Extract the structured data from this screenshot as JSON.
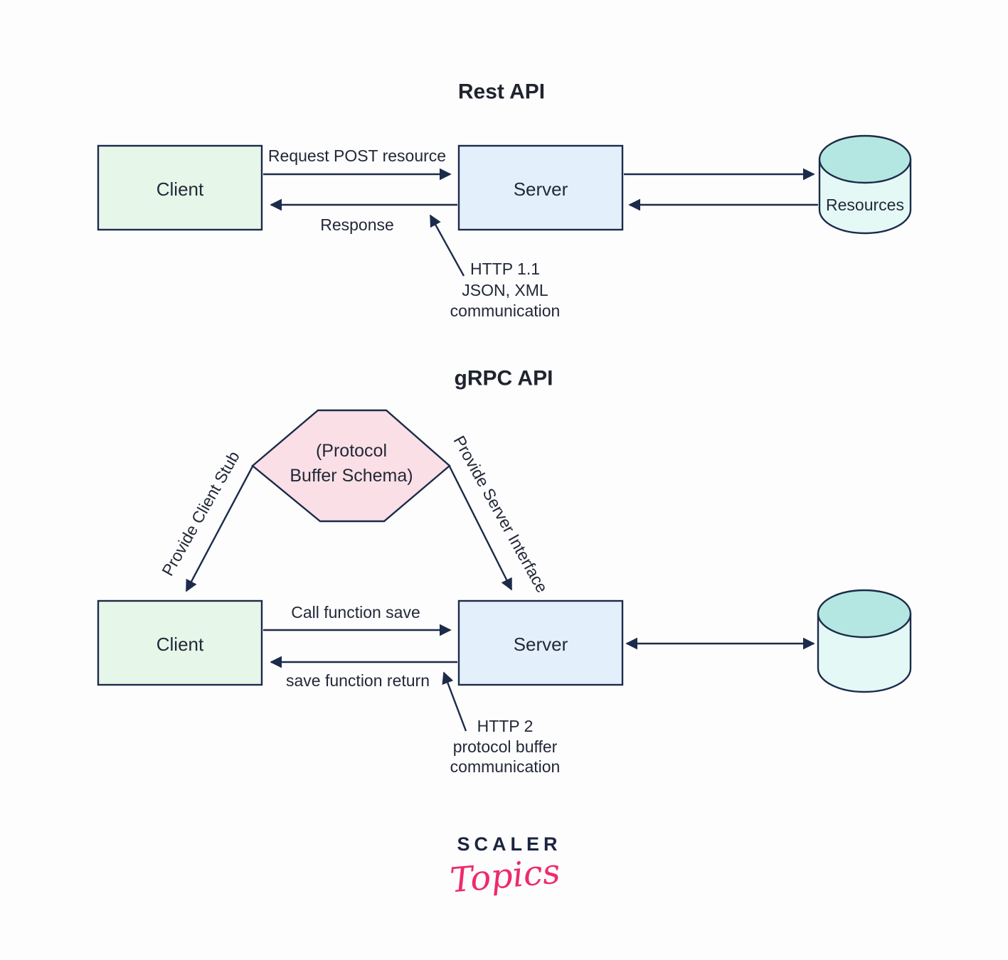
{
  "rest": {
    "title": "Rest API",
    "client_label": "Client",
    "server_label": "Server",
    "resources_label": "Resources",
    "request_label": "Request POST resource",
    "response_label": "Response",
    "annotation_lines": [
      "HTTP 1.1",
      "JSON, XML",
      "communication"
    ]
  },
  "grpc": {
    "title": "gRPC API",
    "hexagon_lines": [
      "(Protocol",
      "Buffer Schema)"
    ],
    "client_stub_label": "Provide Client Stub",
    "server_interface_label": "Provide Server Interface",
    "client_label": "Client",
    "server_label": "Server",
    "call_label": "Call function save",
    "return_label": "save function return",
    "annotation_lines": [
      "HTTP 2",
      "protocol buffer",
      "communication"
    ]
  },
  "logo": {
    "brand": "SCALER",
    "sub": "Topics"
  },
  "colors": {
    "line": "#1c2b4a",
    "text": "#232838",
    "client_fill": "#e6f7e9",
    "server_fill": "#e3f0fc",
    "hexagon_fill": "#fbdfe6",
    "cylinder_top_fill": "#b4e7e1",
    "cylinder_body_fill": "#e4f9f5",
    "logo_navy": "#1b2440",
    "logo_pink": "#ee2a6d",
    "background": "#fdfdfd"
  }
}
